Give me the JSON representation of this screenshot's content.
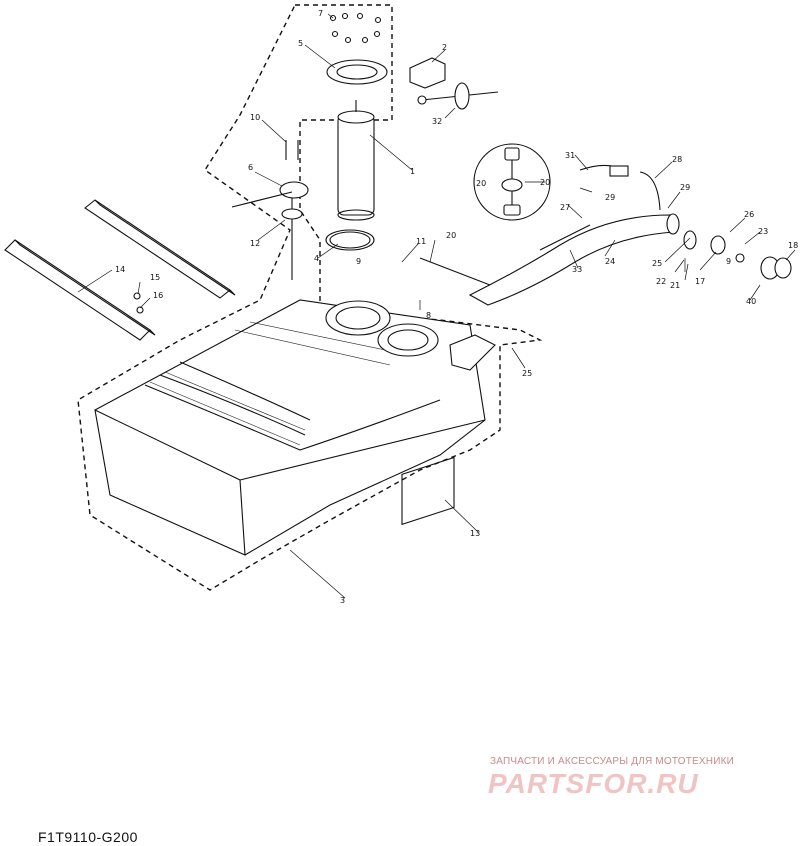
{
  "diagram": {
    "drawing_code": "F1T9110-G200",
    "watermark": {
      "tagline": "ЗАПЧАСТИ И АКСЕССУАРЫ ДЛЯ МОТОТЕХНИКИ",
      "brand": "PARTSFOR.RU"
    },
    "callouts": [
      {
        "id": "c1",
        "label": "1"
      },
      {
        "id": "c2",
        "label": "2"
      },
      {
        "id": "c3",
        "label": "3"
      },
      {
        "id": "c4",
        "label": "4"
      },
      {
        "id": "c5",
        "label": "5"
      },
      {
        "id": "c6",
        "label": "6"
      },
      {
        "id": "c7",
        "label": "7"
      },
      {
        "id": "c8",
        "label": "8"
      },
      {
        "id": "c9a",
        "label": "9"
      },
      {
        "id": "c9b",
        "label": "9"
      },
      {
        "id": "c10",
        "label": "10"
      },
      {
        "id": "c11",
        "label": "11"
      },
      {
        "id": "c12",
        "label": "12"
      },
      {
        "id": "c13",
        "label": "13"
      },
      {
        "id": "c14",
        "label": "14"
      },
      {
        "id": "c15",
        "label": "15"
      },
      {
        "id": "c16",
        "label": "16"
      },
      {
        "id": "c17",
        "label": "17"
      },
      {
        "id": "c18",
        "label": "18"
      },
      {
        "id": "c20a",
        "label": "20"
      },
      {
        "id": "c20b",
        "label": "20"
      },
      {
        "id": "c20c",
        "label": "20"
      },
      {
        "id": "c21",
        "label": "21"
      },
      {
        "id": "c22",
        "label": "22"
      },
      {
        "id": "c23",
        "label": "23"
      },
      {
        "id": "c24",
        "label": "24"
      },
      {
        "id": "c25a",
        "label": "25"
      },
      {
        "id": "c25b",
        "label": "25"
      },
      {
        "id": "c26",
        "label": "26"
      },
      {
        "id": "c27",
        "label": "27"
      },
      {
        "id": "c28",
        "label": "28"
      },
      {
        "id": "c29a",
        "label": "29"
      },
      {
        "id": "c29b",
        "label": "29"
      },
      {
        "id": "c31",
        "label": "31"
      },
      {
        "id": "c32",
        "label": "32"
      },
      {
        "id": "c33",
        "label": "33"
      },
      {
        "id": "c40",
        "label": "40"
      }
    ]
  }
}
